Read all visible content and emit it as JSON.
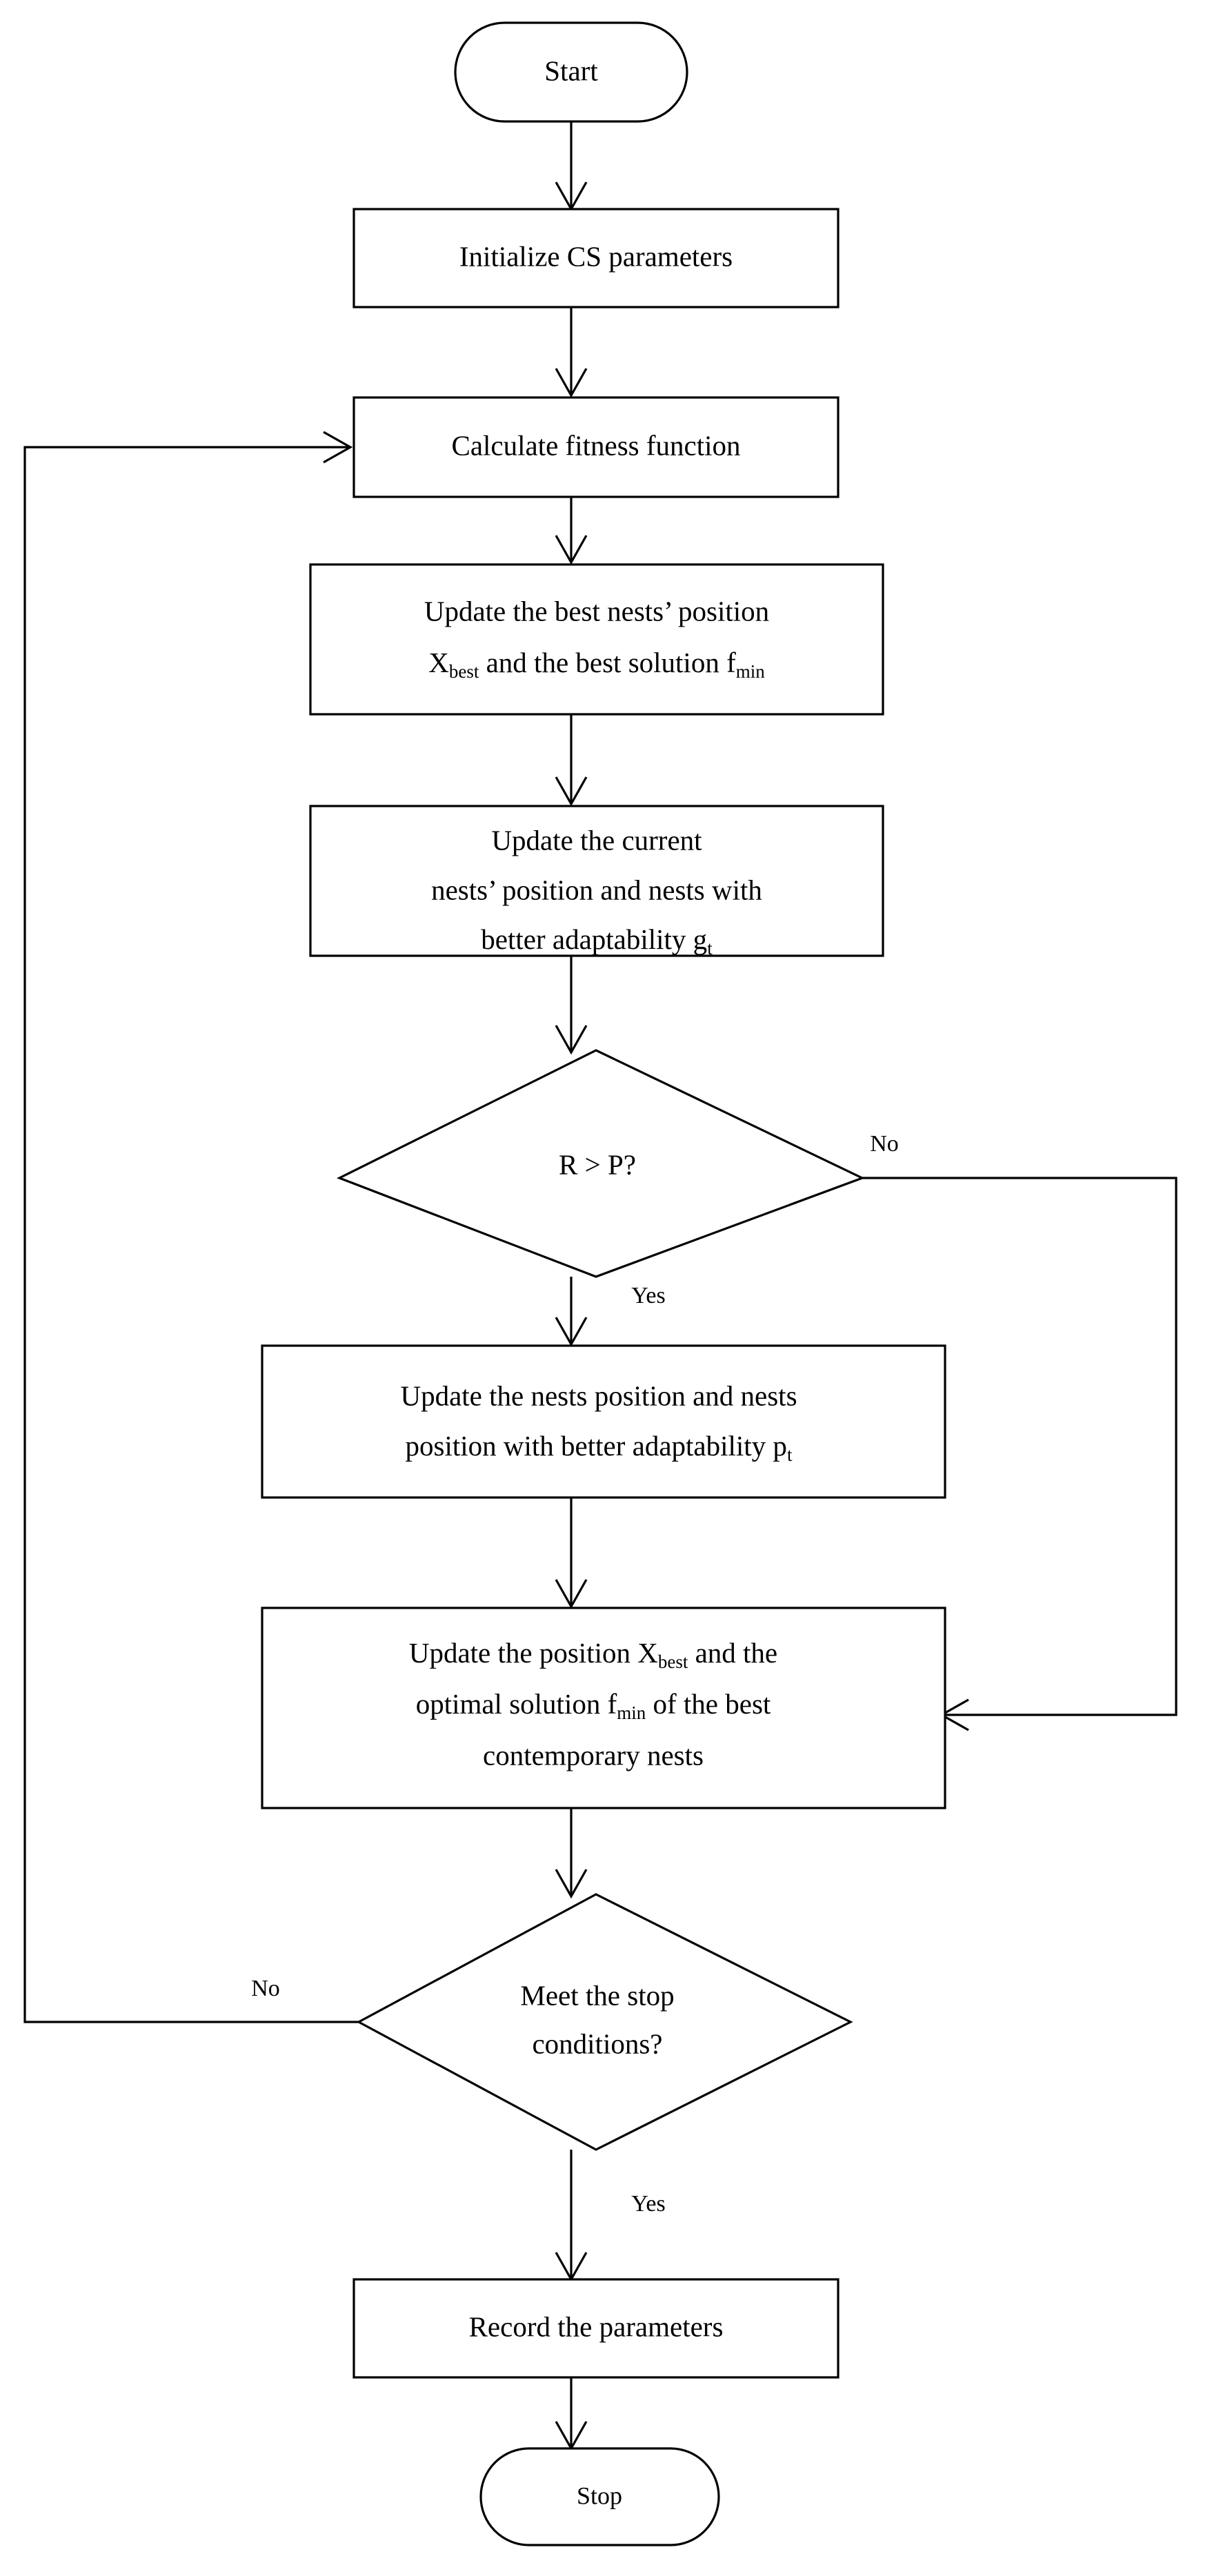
{
  "diagram": {
    "title": "Cuckoo Search (CS) algorithm flowchart",
    "background_color": "#ffffff",
    "line_color": "#000000",
    "nodes": [
      {
        "id": "start",
        "shape": "stadium",
        "label": "Start",
        "lines": [
          "Start"
        ]
      },
      {
        "id": "init",
        "shape": "rectangle",
        "label": "Initialize CS parameters",
        "lines": [
          "Initialize CS parameters"
        ]
      },
      {
        "id": "fitness",
        "shape": "rectangle",
        "label": "Calculate fitness function",
        "lines": [
          "Calculate fitness function"
        ]
      },
      {
        "id": "update-best",
        "shape": "rectangle",
        "label": "Update the best nests’ position Xbest and the best solution fmin",
        "lines": [
          {
            "pre": "Update the best nests’  position",
            "sub": "",
            "post": ""
          },
          {
            "pre": "X",
            "sub": "best",
            "post": " and the best solution f",
            "sub2": "min",
            "post2": ""
          }
        ]
      },
      {
        "id": "update-current",
        "shape": "rectangle",
        "label": "Update the current nests’ position and nests with better adaptability gt",
        "lines": [
          {
            "pre": "Update the current",
            "sub": "",
            "post": ""
          },
          {
            "pre": "nests’  position and nests with",
            "sub": "",
            "post": ""
          },
          {
            "pre": "better adaptability g",
            "sub": "t",
            "post": ""
          }
        ]
      },
      {
        "id": "decision-rp",
        "shape": "diamond",
        "label": "R > P?",
        "lines": [
          "R > P?"
        ]
      },
      {
        "id": "update-nests",
        "shape": "rectangle",
        "label": "Update the nests position and nests position with better adaptability pt",
        "lines": [
          {
            "pre": "Update the nests position and nests",
            "sub": "",
            "post": ""
          },
          {
            "pre": "position with better adaptability p",
            "sub": "t",
            "post": ""
          }
        ]
      },
      {
        "id": "update-optimal",
        "shape": "rectangle",
        "label": "Update the position Xbest and the optimal solution fmin of the best contemporary nests",
        "lines": [
          {
            "pre": "Update the position X",
            "sub": "best",
            "post": " and the"
          },
          {
            "pre": "optimal solution f",
            "sub": "min",
            "post": " of the best"
          },
          {
            "pre": "contemporary nests",
            "sub": "",
            "post": ""
          }
        ]
      },
      {
        "id": "decision-stop",
        "shape": "diamond",
        "label": "Meet the stop conditions?",
        "lines": [
          "Meet the stop",
          "conditions?"
        ]
      },
      {
        "id": "record",
        "shape": "rectangle",
        "label": "Record the parameters",
        "lines": [
          "Record the parameters"
        ]
      },
      {
        "id": "stop",
        "shape": "stadium",
        "label": "Stop",
        "lines": [
          "Stop"
        ]
      }
    ],
    "edge_labels": {
      "rp_no": "No",
      "rp_yes": "Yes",
      "stop_no": "No",
      "stop_yes": "Yes"
    }
  }
}
